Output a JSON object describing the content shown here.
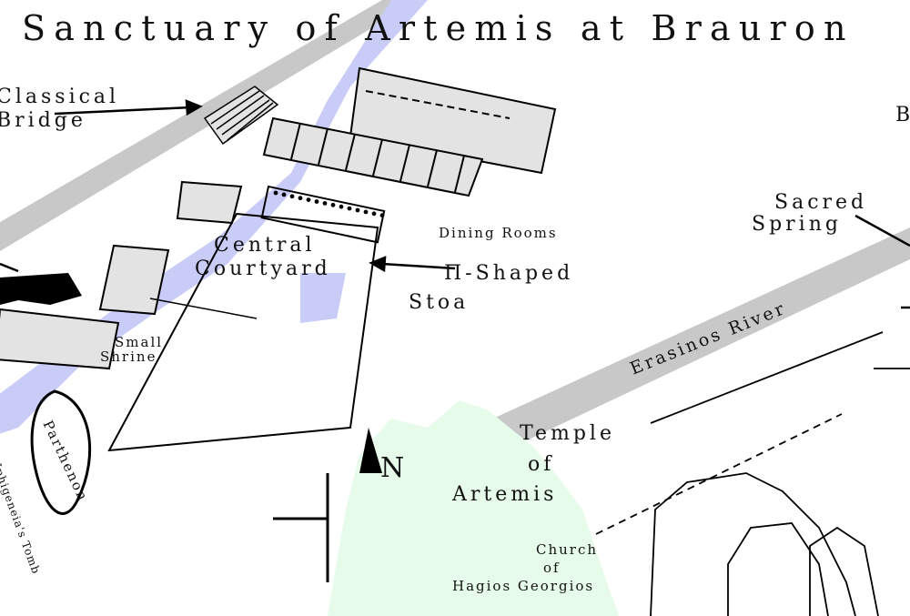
{
  "title": "Sanctuary of Artemis at Brauron",
  "labels": {
    "classical_bridge_line1": "Classical",
    "classical_bridge_line2": "Bridge",
    "central_courtyard_line1": "Central",
    "central_courtyard_line2": "Courtyard",
    "pi_shaped_stoa_line1": "Π-Shaped",
    "pi_shaped_stoa_line2": "Stoa",
    "dining_rooms": "Dining Rooms",
    "sacred_spring_line1": "Sacred",
    "sacred_spring_line2": "Spring",
    "small_shrine_line1": "Small",
    "small_shrine_line2": "Shrine",
    "erasinos_river": "Erasinos River",
    "temple_line1": "Temple",
    "temple_line2": "of",
    "temple_line3": "Artemis",
    "church_line1": "Church",
    "church_line2": "of",
    "church_line3": "Hagios Georgios",
    "north": "N",
    "edge_label_b": "B",
    "left_cut_1": "Parthenon",
    "left_cut_2": "Iphigeneia's Tomb"
  },
  "colors": {
    "river": "#c8c8c8",
    "water": "#c8ccf6",
    "hill": "#e6fbe9",
    "building_fill": "#e3e3e3",
    "stroke": "#000000"
  },
  "icons": [
    "north-arrow-icon"
  ]
}
